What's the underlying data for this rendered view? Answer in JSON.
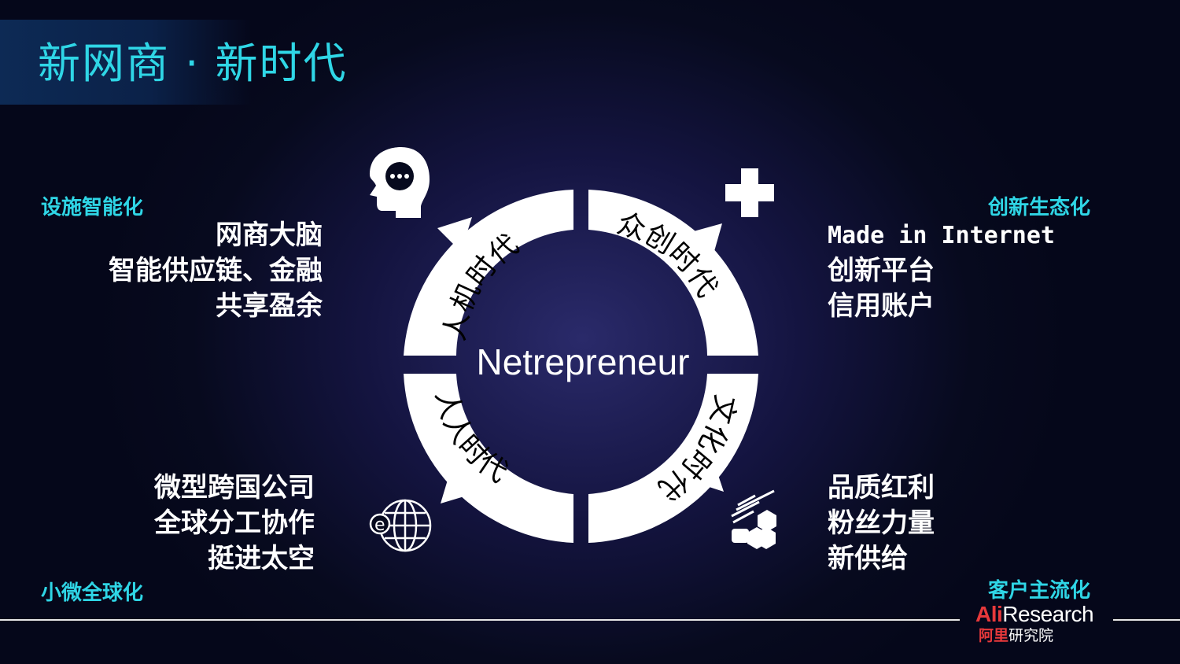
{
  "title": "新网商 · 新时代",
  "center_label": "Netrepreneur",
  "ring_labels": {
    "top_left": "人机时代",
    "top_right": "众创时代",
    "bottom_left": "人人时代",
    "bottom_right": "文化时代"
  },
  "quadrants": {
    "top_left": {
      "heading": "设施智能化",
      "items": [
        "网商大脑",
        "智能供应链、金融",
        "共享盈余"
      ]
    },
    "top_right": {
      "heading": "创新生态化",
      "items": [
        "Made in Internet",
        "创新平台",
        "信用账户"
      ]
    },
    "bottom_left": {
      "heading": "小微全球化",
      "items": [
        "微型跨国公司",
        "全球分工协作",
        "挺进太空"
      ]
    },
    "bottom_right": {
      "heading": "客户主流化",
      "items": [
        "品质红利",
        "粉丝力量",
        "新供给"
      ]
    }
  },
  "icons": {
    "top_left": "head-chat-icon",
    "top_right": "plus-icon",
    "bottom_left": "globe-e-icon",
    "bottom_right": "honey-hexagon-icon"
  },
  "logo": {
    "ali": "Ali",
    "research": "Research",
    "cn_red": "阿里",
    "cn_white": "研究院"
  },
  "colors": {
    "accent": "#2fd6e6",
    "logo_red": "#e8393b",
    "ring": "#ffffff"
  }
}
